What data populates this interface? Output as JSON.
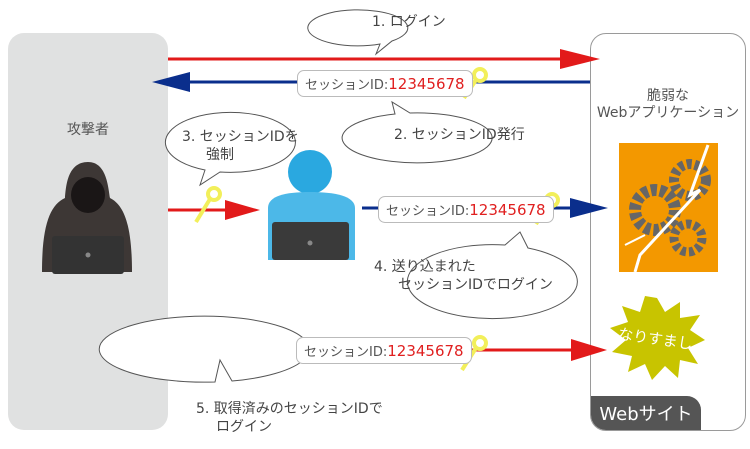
{
  "attacker": {
    "label": "攻撃者"
  },
  "website": {
    "title_line1": "脆弱な",
    "title_line2": "Webアプリケーション",
    "tab_label": "Webサイト",
    "spoof_label": "なりすまし"
  },
  "steps": [
    {
      "lines": [
        "1. ログイン"
      ]
    },
    {
      "lines": [
        "2. セッションID発行"
      ]
    },
    {
      "lines": [
        "3. セッションIDを",
        "強制"
      ]
    },
    {
      "lines": [
        "4. 送り込まれた",
        "セッションIDでログイン"
      ]
    },
    {
      "lines": [
        "5. 取得済みのセッションIDで",
        "ログイン"
      ]
    }
  ],
  "session_label": {
    "prefix": "セッションID:",
    "value": "12345678"
  },
  "colors": {
    "red": "#e21a1a",
    "blue": "#0a2e8c",
    "orange": "#f39800",
    "spoof": "#c8c400",
    "key": "#f2ef5a"
  }
}
